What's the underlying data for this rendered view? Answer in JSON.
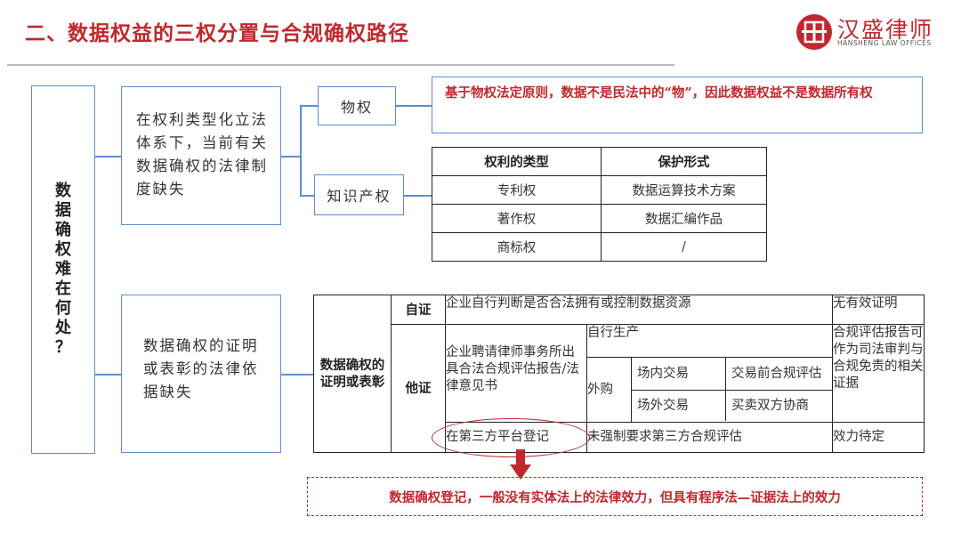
{
  "title": "二、数据权益的三权分置与合规确权路径",
  "logo": {
    "cn": "汉盛律师",
    "en": "HANSHENG LAW OFFICES"
  },
  "question_chars": [
    "数",
    "据",
    "确",
    "权",
    "难",
    "在",
    "何",
    "处",
    "？"
  ],
  "reason1": "在权利类型化立法体系下，当前有关数据确权的法律制度缺失",
  "reason2": "数据确权的证明或表彰的法律依据缺失",
  "branch_property": "物权",
  "branch_ip": "知识产权",
  "property_note": "基于物权法定原则，数据不是民法中的“物”，因此数据权益不是数据所有权",
  "ip_table": {
    "headers": [
      "权利的类型",
      "保护形式"
    ],
    "rows": [
      [
        "专利权",
        "数据运算技术方案"
      ],
      [
        "著作权",
        "数据汇编作品"
      ],
      [
        "商标权",
        "/"
      ]
    ]
  },
  "proof_table": {
    "label": "数据确权的证明或表彰",
    "self_label": "自证",
    "self_desc": "企业自行判断是否合法拥有或控制数据资源",
    "self_result": "无有效证明",
    "other_label": "他证",
    "lawfirm_desc": "企业聘请律师事务所出具合法合规评估报告/法律意见书",
    "own_production": "自行生产",
    "purchase": "外购",
    "onsite": "场内交易",
    "onsite_result": "交易前合规评估",
    "offsite": "场外交易",
    "offsite_result": "买卖双方协商",
    "other_result": "合规评估报告可作为司法审判与合规免责的相关证据",
    "registration": "在第三方平台登记",
    "registration_desc": "未强制要求第三方合规评估",
    "registration_result": "效力待定"
  },
  "conclusion": "数据确权登记，一般没有实体法上的法律效力，但具有程序法—证据法上的效力",
  "colors": {
    "accent": "#c0282d",
    "frame": "#5b8fd0"
  }
}
